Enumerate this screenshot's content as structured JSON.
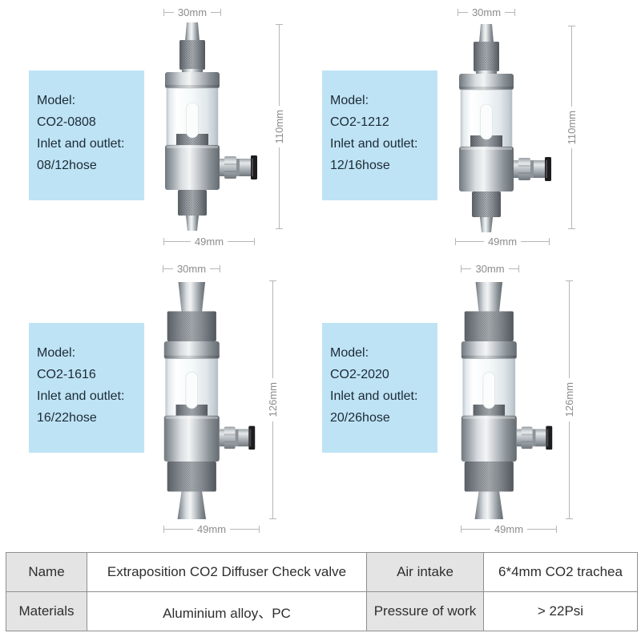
{
  "colors": {
    "info_box_bg": "#bee3f5",
    "info_text": "#1c2a35",
    "dimension_text": "#8c8c8c",
    "dimension_line": "#b6b6b6",
    "table_border": "#8f8f8f",
    "table_header_bg": "#e4e4e4",
    "background": "#ffffff"
  },
  "products": [
    {
      "model_label": "Model:",
      "model": "CO2-0808",
      "inlet_label": "Inlet and outlet:",
      "hose": "08/12hose",
      "dim_top": "30mm",
      "dim_right": "110mm",
      "dim_bottom": "49mm"
    },
    {
      "model_label": "Model:",
      "model": "CO2-1212",
      "inlet_label": "Inlet and outlet:",
      "hose": "12/16hose",
      "dim_top": "30mm",
      "dim_right": "110mm",
      "dim_bottom": "49mm"
    },
    {
      "model_label": "Model:",
      "model": "CO2-1616",
      "inlet_label": "Inlet and outlet:",
      "hose": "16/22hose",
      "dim_top": "30mm",
      "dim_right": "126mm",
      "dim_bottom": "49mm"
    },
    {
      "model_label": "Model:",
      "model": "CO2-2020",
      "inlet_label": "Inlet and outlet:",
      "hose": "20/26hose",
      "dim_top": "30mm",
      "dim_right": "126mm",
      "dim_bottom": "49mm"
    }
  ],
  "spec_table": {
    "rows": [
      [
        "Name",
        "Extraposition CO2 Diffuser Check valve",
        "Air intake",
        "6*4mm CO2 trachea"
      ],
      [
        "Materials",
        "Aluminium alloy、PC",
        "Pressure of work",
        "> 22Psi"
      ]
    ]
  }
}
